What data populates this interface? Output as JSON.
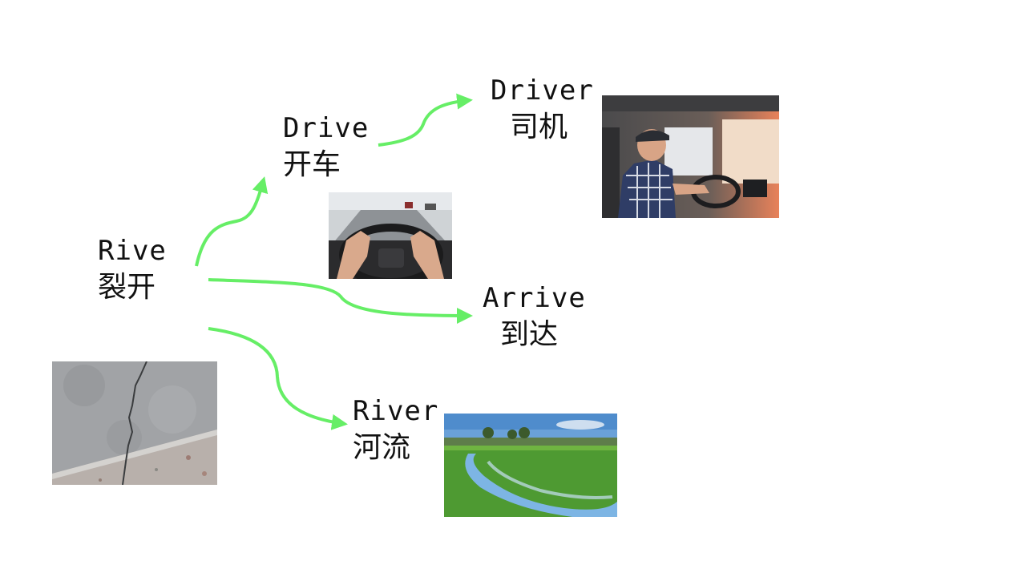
{
  "words": {
    "rive": {
      "en": "Rive",
      "zh": "裂开"
    },
    "drive": {
      "en": "Drive",
      "zh": "开车"
    },
    "driver": {
      "en": "Driver",
      "zh": "司机"
    },
    "arrive": {
      "en": "Arrive",
      "zh": "到达"
    },
    "river": {
      "en": "River",
      "zh": "河流"
    }
  },
  "colors": {
    "arrow": "#66ee66",
    "text": "#111111",
    "background": "#ffffff"
  },
  "images": {
    "crack": "cracked-pavement-photo",
    "steering": "hands-on-steering-wheel-photo",
    "trucker": "truck-driver-photo",
    "river": "river-landscape-photo"
  }
}
